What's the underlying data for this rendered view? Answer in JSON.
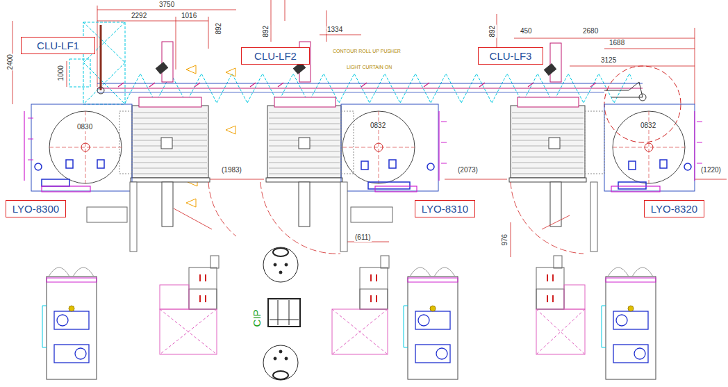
{
  "diagram": {
    "nodes": [
      {
        "text": [
          "CLU-LF1"
        ]
      },
      {
        "text": [
          "CLU-LF2"
        ]
      },
      {
        "text": [
          "CLU-LF3"
        ]
      },
      {
        "text": [
          "LYO-8300"
        ]
      },
      {
        "text": [
          "LYO-8310"
        ]
      },
      {
        "text": [
          "LYO-8320"
        ]
      }
    ],
    "labels": [
      "3750",
      "2292",
      "1016",
      "892",
      "2400",
      "1000",
      "892",
      "1334",
      "892",
      "450",
      "2680",
      "1688",
      "3125",
      "0830",
      "0832",
      "0832",
      "(1983)",
      "(2073)",
      "(1220)",
      "(611)",
      "976",
      "CONTOUR ROLL UP PUSHER",
      "LIGHT CURTAIN ON",
      "CIP"
    ]
  }
}
